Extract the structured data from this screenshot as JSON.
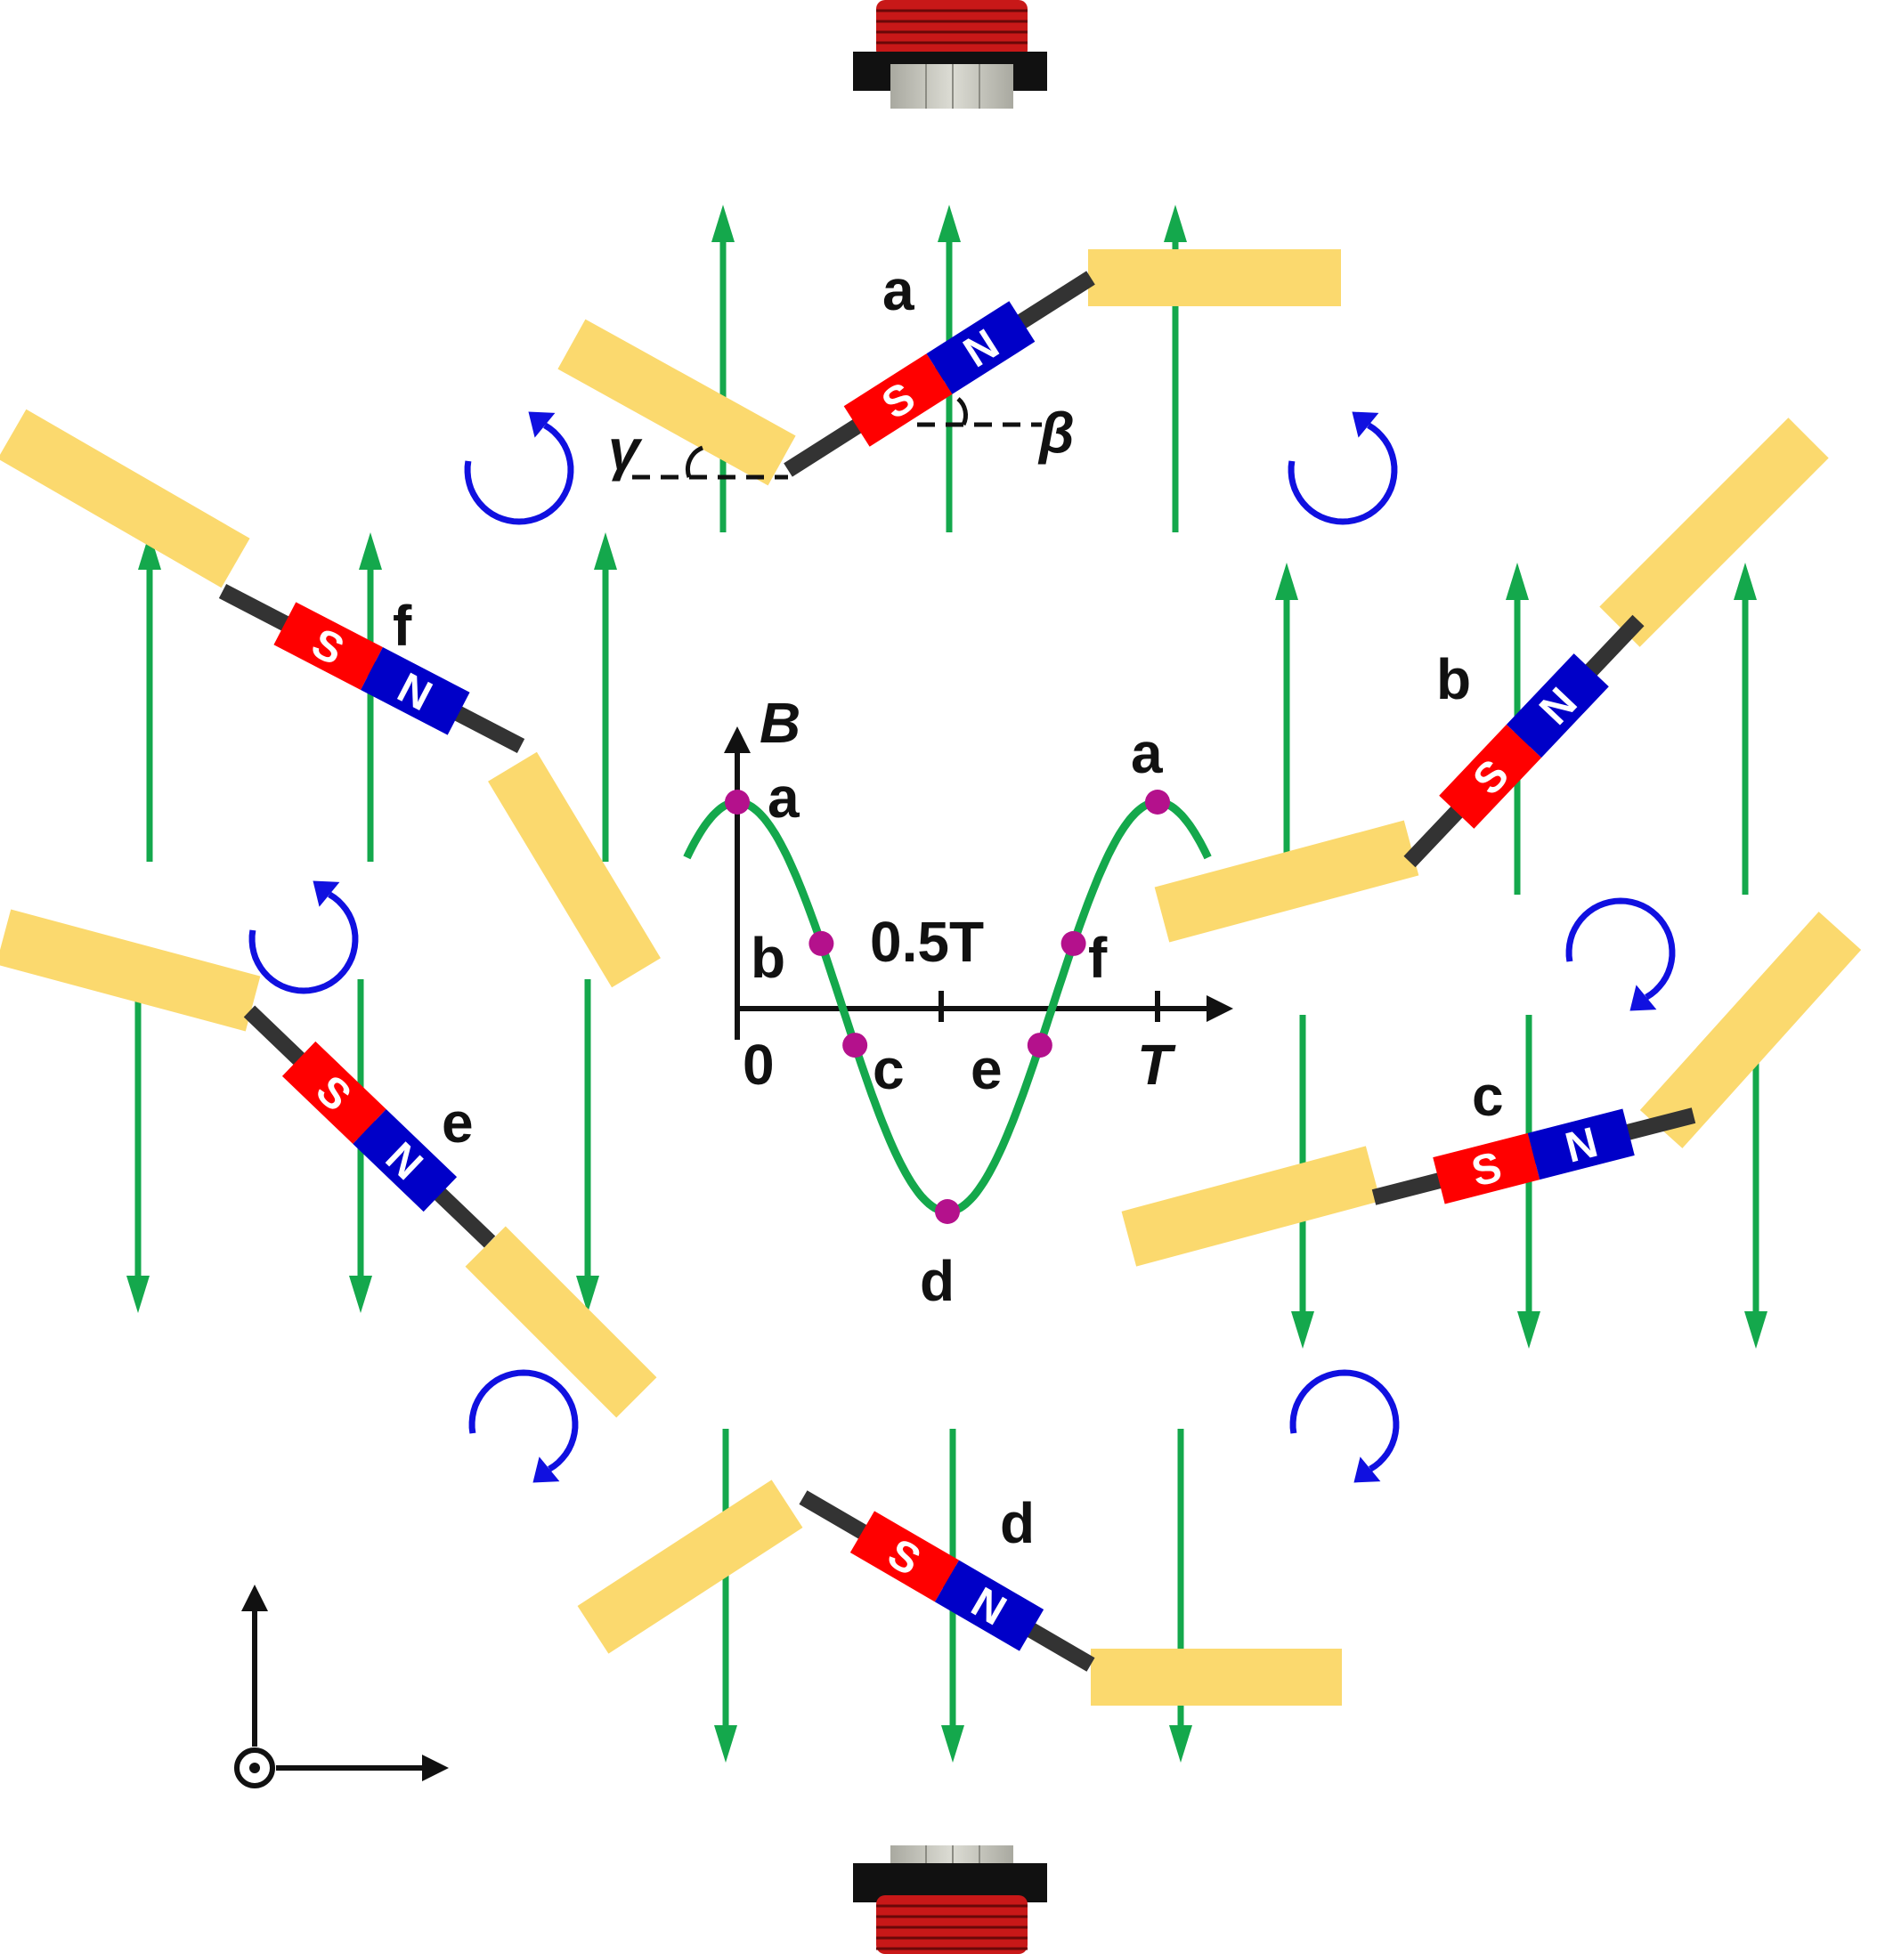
{
  "colors": {
    "field_arrow": "#14a84c",
    "rotation_arrow": "#1010e0",
    "fin": "#fbd96e",
    "rod": "#333333",
    "south_pole": "#ff0000",
    "north_pole": "#0000c8",
    "curve": "#14a84c",
    "curve_marker": "#b4118c",
    "coil_winding": "#d42020"
  },
  "poles": {
    "south": "S",
    "north": "N"
  },
  "angles": {
    "gamma": "γ",
    "beta": "β"
  },
  "states": [
    {
      "label": "a",
      "field": "up",
      "rotation": [
        "counterclockwise",
        "counterclockwise"
      ]
    },
    {
      "label": "b",
      "field": "up",
      "rotation": [
        "counterclockwise",
        "clockwise"
      ]
    },
    {
      "label": "c",
      "field": "down",
      "rotation": [
        "clockwise",
        "clockwise"
      ]
    },
    {
      "label": "d",
      "field": "down",
      "rotation": [
        "clockwise",
        "clockwise"
      ]
    },
    {
      "label": "e",
      "field": "down",
      "rotation": [
        "clockwise",
        "counterclockwise"
      ]
    },
    {
      "label": "f",
      "field": "up",
      "rotation": [
        "counterclockwise",
        "counterclockwise"
      ]
    }
  ],
  "graph": {
    "y_axis_label": "B",
    "x_origin_label": "0",
    "x_mid_tick_label": "0.5T",
    "x_end_tick_label": "T",
    "curve": "cosine",
    "markers": [
      {
        "label": "a",
        "phase": 0
      },
      {
        "label": "b",
        "phase": 0.2
      },
      {
        "label": "c",
        "phase": 0.28
      },
      {
        "label": "d",
        "phase": 0.5
      },
      {
        "label": "e",
        "phase": 0.72
      },
      {
        "label": "f",
        "phase": 0.8
      },
      {
        "label": "a",
        "phase": 1
      }
    ]
  },
  "coordinate_axes": {
    "out_of_plane_symbol": "⊙"
  }
}
